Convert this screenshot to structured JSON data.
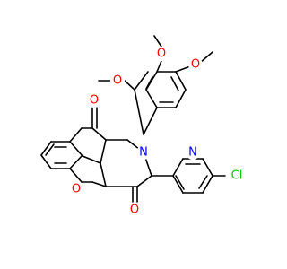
{
  "molecule": {
    "atoms": {
      "oxygen": "O",
      "nitrogen": "N",
      "chlorine": "Cl"
    }
  },
  "colors": {
    "oxygen": "#ff0000",
    "nitrogen": "#0000ff",
    "chlorine": "#00cc00",
    "bond": "#000000",
    "background": "#ffffff"
  }
}
